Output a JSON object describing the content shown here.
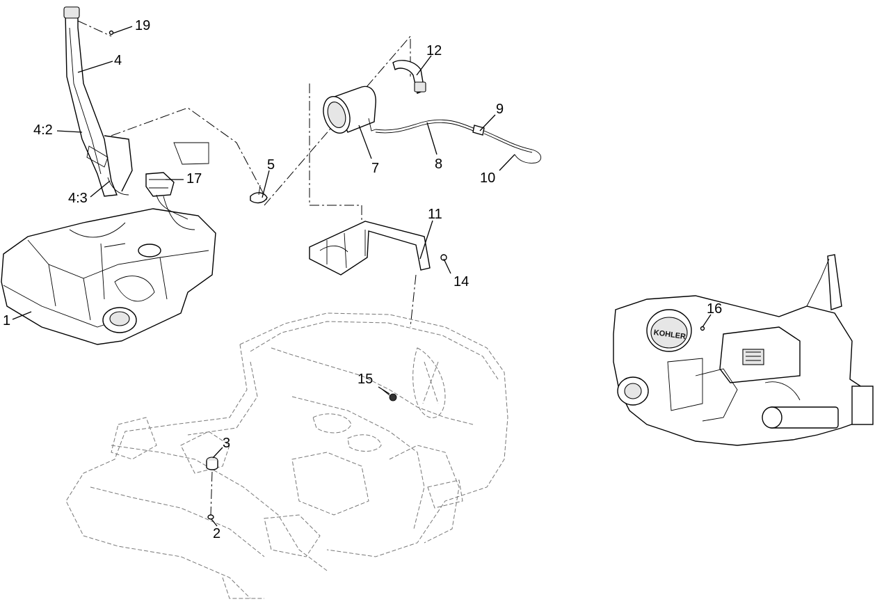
{
  "callouts": [
    {
      "id": "19",
      "label": "19"
    },
    {
      "id": "4",
      "label": "4"
    },
    {
      "id": "4-2",
      "label": "4:2"
    },
    {
      "id": "4-3",
      "label": "4:3"
    },
    {
      "id": "17",
      "label": "17"
    },
    {
      "id": "1",
      "label": "1"
    },
    {
      "id": "5",
      "label": "5"
    },
    {
      "id": "12",
      "label": "12"
    },
    {
      "id": "9",
      "label": "9"
    },
    {
      "id": "8",
      "label": "8"
    },
    {
      "id": "7",
      "label": "7"
    },
    {
      "id": "10",
      "label": "10"
    },
    {
      "id": "11",
      "label": "11"
    },
    {
      "id": "14",
      "label": "14"
    },
    {
      "id": "15",
      "label": "15"
    },
    {
      "id": "3",
      "label": "3"
    },
    {
      "id": "2",
      "label": "2"
    },
    {
      "id": "16",
      "label": "16"
    }
  ],
  "engine_brand_mark": "KOHLER"
}
